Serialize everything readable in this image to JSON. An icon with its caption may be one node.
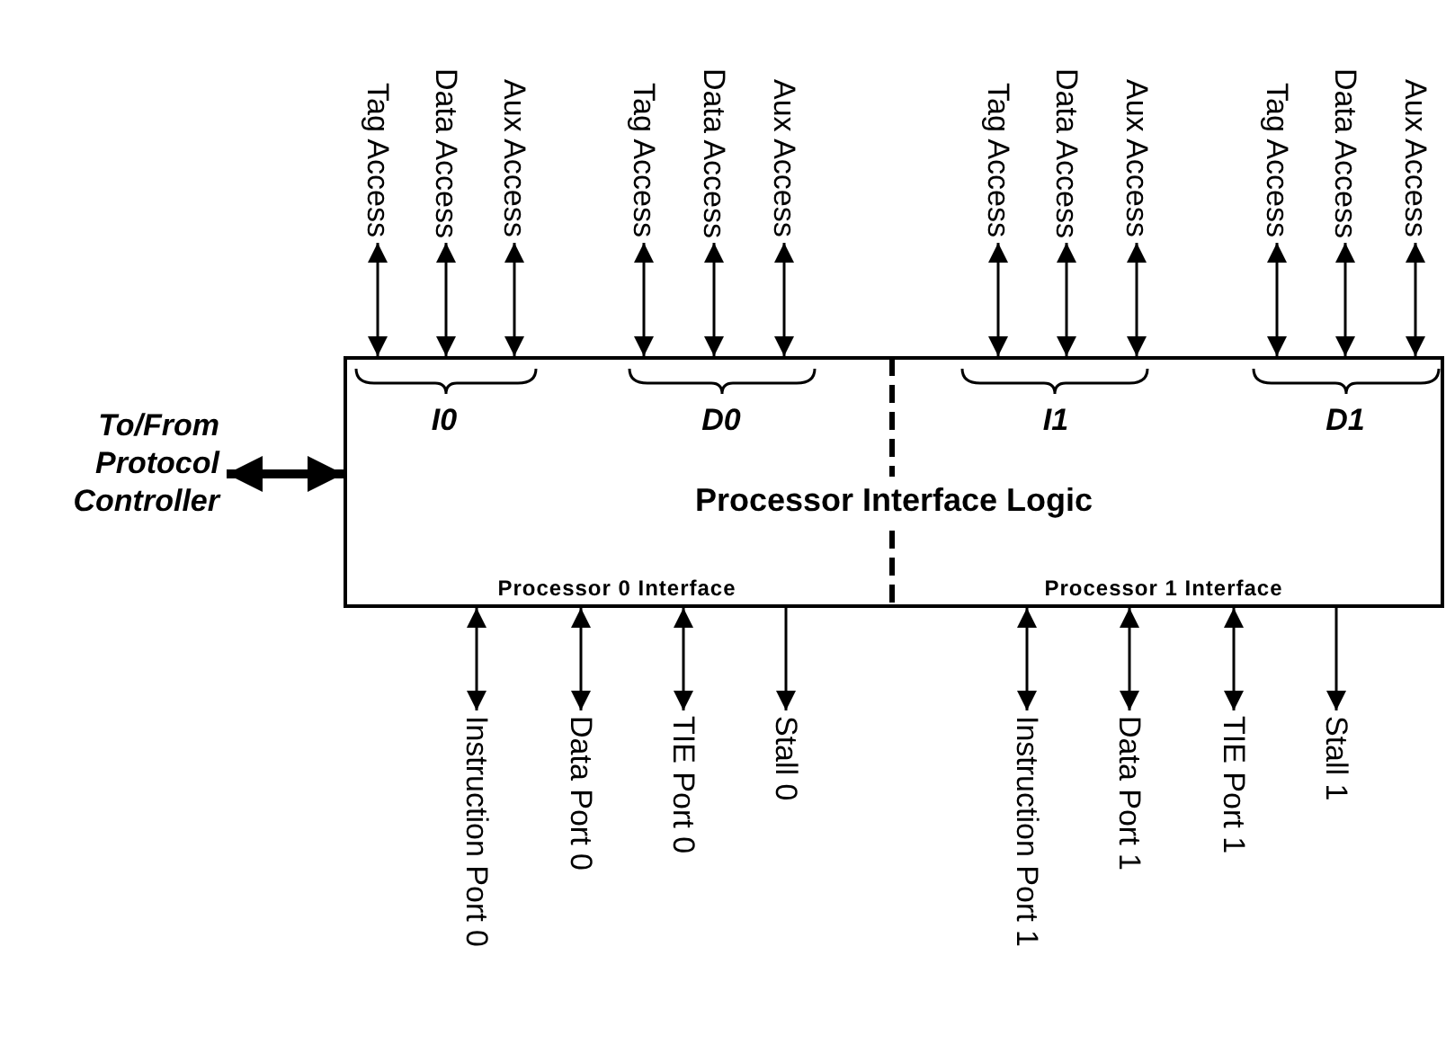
{
  "diagram": {
    "nodes": [
      {
        "text": [
          "Processor Interface Logic"
        ]
      },
      {
        "text": [
          "To/From Protocol Controller"
        ]
      },
      {
        "text": [
          "Tag Access"
        ]
      },
      {
        "text": [
          "Data Access"
        ]
      },
      {
        "text": [
          "Aux Access"
        ]
      },
      {
        "text": [
          "Tag Access"
        ]
      },
      {
        "text": [
          "Data Access"
        ]
      },
      {
        "text": [
          "Aux Access"
        ]
      },
      {
        "text": [
          "Tag Access"
        ]
      },
      {
        "text": [
          "Data Access"
        ]
      },
      {
        "text": [
          "Aux Access"
        ]
      },
      {
        "text": [
          "Tag Access"
        ]
      },
      {
        "text": [
          "Data Access"
        ]
      },
      {
        "text": [
          "Aux Access"
        ]
      },
      {
        "text": [
          "Instruction Port 0"
        ]
      },
      {
        "text": [
          "Data Port 0"
        ]
      },
      {
        "text": [
          "TIE Port 0"
        ]
      },
      {
        "text": [
          "Stall 0"
        ]
      },
      {
        "text": [
          "Instruction Port 1"
        ]
      },
      {
        "text": [
          "Data Port 1"
        ]
      },
      {
        "text": [
          "TIE Port 1"
        ]
      },
      {
        "text": [
          "Stall 1"
        ]
      }
    ],
    "edges": [
      {
        "from": 1,
        "to": 0,
        "arrow": "both",
        "style": "thick"
      },
      {
        "from": 0,
        "to": 2,
        "arrow": "both"
      },
      {
        "from": 0,
        "to": 3,
        "arrow": "both"
      },
      {
        "from": 0,
        "to": 4,
        "arrow": "both"
      },
      {
        "from": 0,
        "to": 5,
        "arrow": "both"
      },
      {
        "from": 0,
        "to": 6,
        "arrow": "both"
      },
      {
        "from": 0,
        "to": 7,
        "arrow": "both"
      },
      {
        "from": 0,
        "to": 8,
        "arrow": "both"
      },
      {
        "from": 0,
        "to": 9,
        "arrow": "both"
      },
      {
        "from": 0,
        "to": 10,
        "arrow": "both"
      },
      {
        "from": 0,
        "to": 11,
        "arrow": "both"
      },
      {
        "from": 0,
        "to": 12,
        "arrow": "both"
      },
      {
        "from": 0,
        "to": 13,
        "arrow": "both"
      },
      {
        "from": 0,
        "to": 14,
        "arrow": "both"
      },
      {
        "from": 0,
        "to": 15,
        "arrow": "both"
      },
      {
        "from": 0,
        "to": 16,
        "arrow": "both"
      },
      {
        "from": 0,
        "to": 17,
        "arrow": "to"
      },
      {
        "from": 0,
        "to": 18,
        "arrow": "both"
      },
      {
        "from": 0,
        "to": 19,
        "arrow": "both"
      },
      {
        "from": 0,
        "to": 20,
        "arrow": "both"
      },
      {
        "from": 0,
        "to": 21,
        "arrow": "to"
      }
    ],
    "labels": [
      "I0",
      "D0",
      "I1",
      "D1",
      "Processor 0 Interface",
      "Processor 1 Interface"
    ]
  }
}
